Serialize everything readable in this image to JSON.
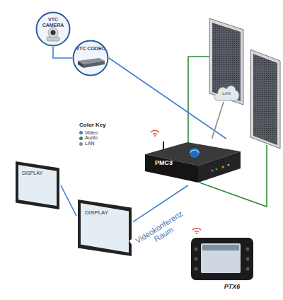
{
  "diagram": {
    "nodes": [
      {
        "text": [
          "VTC CAMERA"
        ]
      },
      {
        "text": [
          "VTC CODEC"
        ]
      },
      {
        "text": [
          "LAN"
        ]
      },
      {
        "text": [
          "PMC3"
        ]
      },
      {
        "text": [
          "DISPLAY"
        ]
      },
      {
        "text": [
          "DISPLAY"
        ]
      },
      {
        "text": [
          "PTX6"
        ]
      }
    ],
    "edges": [
      {
        "from": 0,
        "to": 1,
        "arrow": "none"
      },
      {
        "from": 1,
        "to": 3,
        "arrow": "none"
      },
      {
        "from": 3,
        "to": 2,
        "arrow": "none"
      },
      {
        "from": 3,
        "to": 5,
        "arrow": "none"
      },
      {
        "from": 4,
        "to": 5,
        "arrow": "none"
      }
    ],
    "labels": [
      "Color Key",
      "Videokonferenz Raum"
    ],
    "legend": [
      {
        "text": "Video",
        "color": "#3b7fd4"
      },
      {
        "text": "Audio",
        "color": "#2e8b3a"
      },
      {
        "text": "LAN",
        "color": "#8a8a8a"
      }
    ]
  }
}
